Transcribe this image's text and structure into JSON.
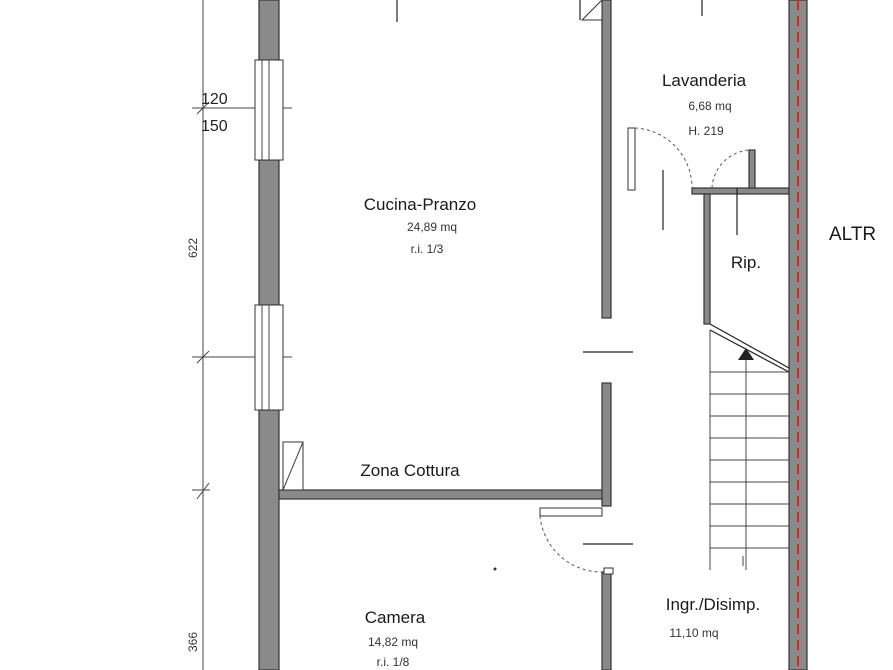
{
  "rooms": {
    "lavanderia": {
      "name": "Lavanderia",
      "area": "6,68 mq",
      "height": "H. 219"
    },
    "cucina": {
      "name": "Cucina-Pranzo",
      "area": "24,89 mq",
      "ratio": "r.i. 1/3"
    },
    "rip": {
      "name": "Rip."
    },
    "zona_cottura": {
      "name": "Zona Cottura"
    },
    "camera": {
      "name": "Camera",
      "area": "14,82 mq",
      "ratio": "r.i. 1/8"
    },
    "ingresso": {
      "name": "Ingr./Disimp.",
      "area": "11,10 mq"
    }
  },
  "dimensions": {
    "window_upper_top": "120",
    "window_upper_bottom": "150",
    "side_length_1": "622",
    "side_length_2": "366"
  },
  "outside_label": "ALTR",
  "colors": {
    "wall_fill": "#8a8a8a",
    "boundary_red": "#e0241b"
  }
}
